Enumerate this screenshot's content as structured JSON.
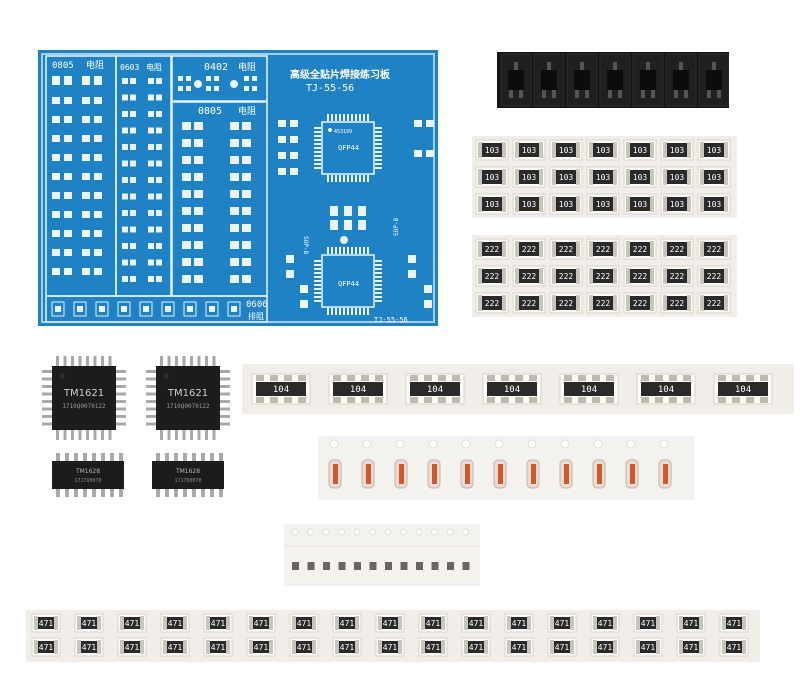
{
  "pcb": {
    "title": "高级全贴片焊接练习板",
    "model": "TJ-55-56",
    "model_small": "TJ-55-56",
    "label_0805_left": "0805",
    "label_res_left": "电阻",
    "label_0603": "0603",
    "label_res_0603": "电阻",
    "label_0402": "0402",
    "label_res_0402": "电阻",
    "label_0805_inner": "0805",
    "label_res_inner": "电阻",
    "label_0606": "0606",
    "label_array": "排阻",
    "qfp_top": "QFP44",
    "qfp_bottom": "QFP44",
    "sop_left": "SOP-8",
    "sop_right": "SOP-8",
    "ic_code": "453199"
  },
  "components": {
    "res_103_code": "103",
    "res_222_code": "222",
    "array_104_code": "104",
    "res_471_code": "471",
    "qfp_chip_brand": "TM1621",
    "qfp_chip_sub": "1710Q0070122",
    "sop_chip_brand": "TM1628",
    "sop_chip_sub": "1717Q0070"
  },
  "colors": {
    "pcb_blue": "#1E82C4",
    "pcb_pad": "#E9F3F8",
    "chip_black": "#1c1c1c",
    "tape_white": "#f2efe9",
    "diode_orange": "#d0582a"
  }
}
